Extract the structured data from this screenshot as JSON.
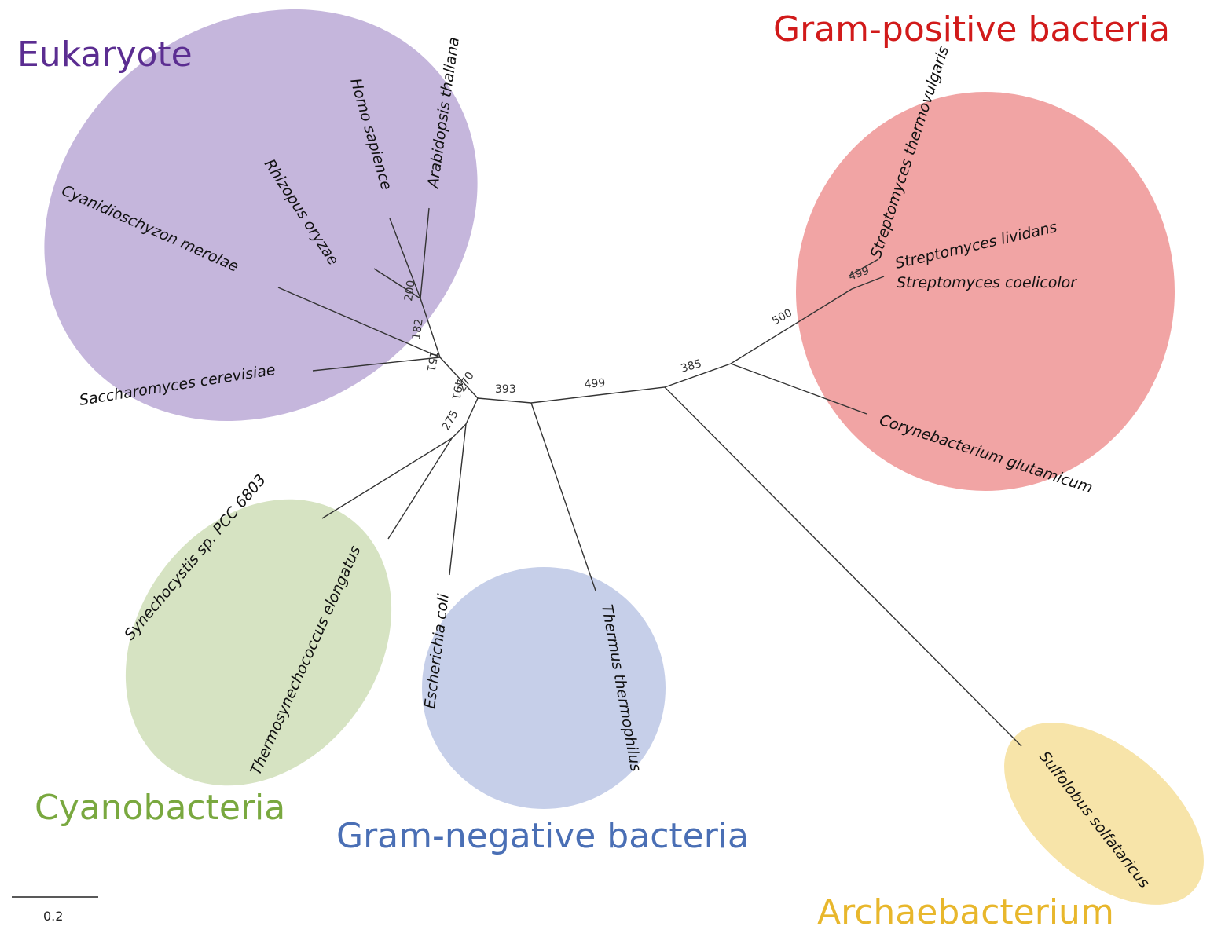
{
  "groups": [
    {
      "label": "Eukaryote",
      "label_color": "#5b2d91",
      "fill": "#c5b6dc"
    },
    {
      "label": "Gram-positive bacteria",
      "label_color": "#d11a1a",
      "fill": "#f1a4a4"
    },
    {
      "label": "Cyanobacteria",
      "label_color": "#79a83f",
      "fill": "#d6e3c2"
    },
    {
      "label": "Gram-negative bacteria",
      "label_color": "#4a6fb5",
      "fill": "#c6cfe9"
    },
    {
      "label": "Archaebacterium",
      "label_color": "#e8b72c",
      "fill": "#f7e4a9"
    }
  ],
  "taxa": [
    "Arabidopsis thaliana",
    "Homo sapience",
    "Rhizopus oryzae",
    "Cyanidioschyzon merolae",
    "Saccharomyces cerevisiae",
    "Streptomyces thermovulgaris",
    "Streptomyces lividans",
    "Streptomyces coelicolor",
    "Corynebacterium glutamicum",
    "Synechocystis sp. PCC 6803",
    "Thermosynechococcus elongatus",
    "Escherichia coli",
    "Thermus thermophilus",
    "Sulfolobus solfataricus"
  ],
  "bootstrap": [
    "200",
    "182",
    "151",
    "491",
    "270",
    "275",
    "393",
    "499",
    "385",
    "500",
    "499"
  ],
  "scale_bar": {
    "label": "0.2"
  }
}
